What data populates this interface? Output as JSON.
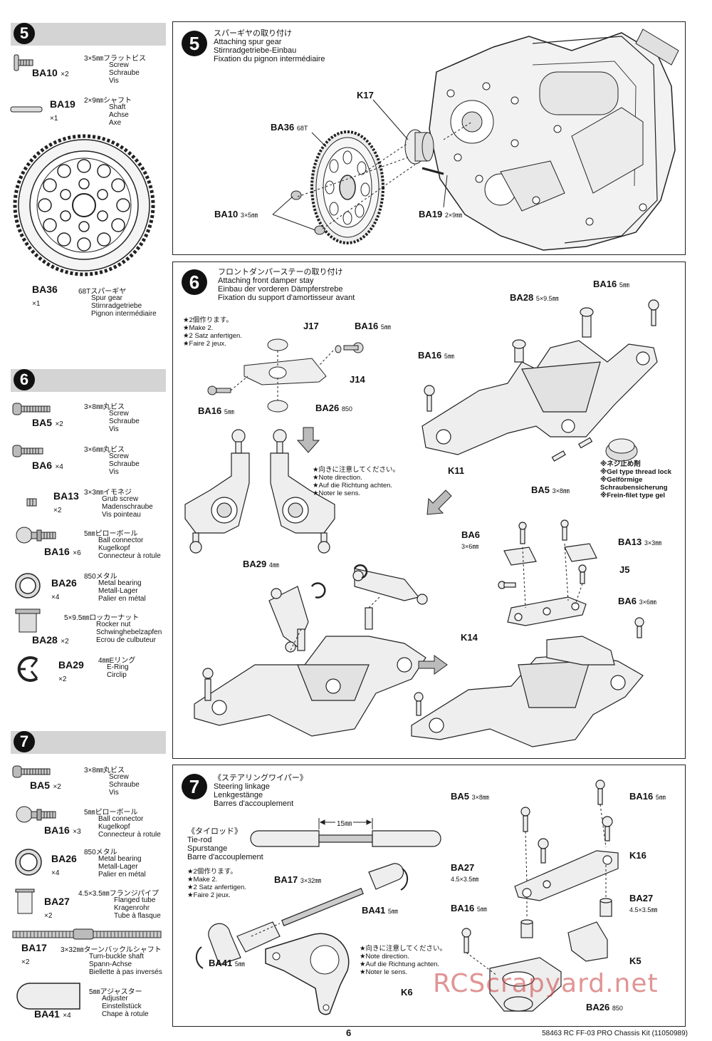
{
  "left": {
    "step5": {
      "num": "5",
      "parts": [
        {
          "code": "BA10",
          "qty": "×2",
          "jp": "3×5㎜フラットビス",
          "tr": [
            "Screw",
            "Schraube",
            "Vis"
          ]
        },
        {
          "code": "BA19",
          "qty": "×1",
          "jp": "2×9㎜シャフト",
          "tr": [
            "Shaft",
            "Achse",
            "Axe"
          ]
        },
        {
          "code": "BA36",
          "qty": "×1",
          "jp": "68Tスパーギヤ",
          "tr": [
            "Spur gear",
            "Stirnradgetriebe",
            "Pignon intermédiaire"
          ]
        }
      ]
    },
    "step6": {
      "num": "6",
      "parts": [
        {
          "code": "BA5",
          "qty": "×2",
          "jp": "3×8㎜丸ビス",
          "tr": [
            "Screw",
            "Schraube",
            "Vis"
          ]
        },
        {
          "code": "BA6",
          "qty": "×4",
          "jp": "3×6㎜丸ビス",
          "tr": [
            "Screw",
            "Schraube",
            "Vis"
          ]
        },
        {
          "code": "BA13",
          "qty": "×2",
          "jp": "3×3㎜イモネジ",
          "tr": [
            "Grub screw",
            "Madenschraube",
            "Vis pointeau"
          ]
        },
        {
          "code": "BA16",
          "qty": "×6",
          "jp": "5㎜ピローボール",
          "tr": [
            "Ball connector",
            "Kugelkopf",
            "Connecteur à rotule"
          ]
        },
        {
          "code": "BA26",
          "qty": "×4",
          "jp": "850メタル",
          "tr": [
            "Metal bearing",
            "Metall-Lager",
            "Palier en métal"
          ]
        },
        {
          "code": "BA28",
          "qty": "×2",
          "jp": "5×9.5㎜ロッカーナット",
          "tr": [
            "Rocker nut",
            "Schwinghebelzapfen",
            "Ecrou de culbuteur"
          ]
        },
        {
          "code": "BA29",
          "qty": "×2",
          "jp": "4㎜Eリング",
          "tr": [
            "E-Ring",
            "Circlip"
          ]
        }
      ]
    },
    "step7": {
      "num": "7",
      "parts": [
        {
          "code": "BA5",
          "qty": "×2",
          "jp": "3×8㎜丸ビス",
          "tr": [
            "Screw",
            "Schraube",
            "Vis"
          ]
        },
        {
          "code": "BA16",
          "qty": "×3",
          "jp": "5㎜ピローボール",
          "tr": [
            "Ball connector",
            "Kugelkopf",
            "Connecteur à rotule"
          ]
        },
        {
          "code": "BA26",
          "qty": "×4",
          "jp": "850メタル",
          "tr": [
            "Metal bearing",
            "Metall-Lager",
            "Palier en métal"
          ]
        },
        {
          "code": "BA27",
          "qty": "×2",
          "jp": "4.5×3.5㎜フランジパイプ",
          "tr": [
            "Flanged tube",
            "Kragenrohr",
            "Tube à flasque"
          ]
        },
        {
          "code": "BA17",
          "qty": "×2",
          "jp": "3×32㎜ターンバックルシャフト",
          "tr": [
            "Turn-buckle shaft",
            "Spann-Achse",
            "Biellette à pas inversés"
          ]
        },
        {
          "code": "BA41",
          "qty": "×4",
          "jp": "5㎜アジャスター",
          "tr": [
            "Adjuster",
            "Einstellstück",
            "Chape à rotule"
          ]
        }
      ]
    }
  },
  "panel5": {
    "num": "5",
    "title": [
      "スパーギヤの取り付け",
      "Attaching spur gear",
      "Stirnradgetriebe-Einbau",
      "Fixation du pignon intermédiaire"
    ],
    "labels": {
      "k17": "K17",
      "ba36": "BA36",
      "ba36_sub": "68T",
      "ba10": "BA10",
      "ba10_sub": "3×5㎜",
      "ba19": "BA19",
      "ba19_sub": "2×9㎜"
    }
  },
  "panel6": {
    "num": "6",
    "title": [
      "フロントダンパーステーの取り付け",
      "Attaching front damper stay",
      "Einbau der vorderen Dämpferstrebe",
      "Fixation du support d'amortisseur avant"
    ],
    "make2": [
      "★2個作ります。",
      "★Make 2.",
      "★2 Satz anfertigen.",
      "★Faire 2 jeux."
    ],
    "direction": [
      "★向きに注意してください。",
      "★Note direction.",
      "★Auf die Richtung achten.",
      "★Noter le sens."
    ],
    "threadlock": [
      "※ネジ止め剤",
      "※Gel type thread lock",
      "※Gelförmige",
      "Schraubensicherung",
      "※Frein-filet type gel"
    ],
    "labels": {
      "j17": "J17",
      "j14": "J14",
      "j5": "J5",
      "ba16a": "BA16",
      "ba16a_sub": "5㎜",
      "ba16b": "BA16",
      "ba16b_sub": "5㎜",
      "ba16c": "BA16",
      "ba16c_sub": "5㎜",
      "ba16d": "BA16",
      "ba16d_sub": "5㎜",
      "ba26": "BA26",
      "ba26_sub": "850",
      "ba28": "BA28",
      "ba28_sub": "5×9.5㎜",
      "ba29": "BA29",
      "ba29_sub": "4㎜",
      "k11": "K11",
      "k14": "K14",
      "ba5": "BA5",
      "ba5_sub": "3×8㎜",
      "ba6a": "BA6",
      "ba6a_sub": "3×6㎜",
      "ba6b": "BA6",
      "ba6b_sub": "3×6㎜",
      "ba13": "BA13",
      "ba13_sub": "3×3㎜"
    }
  },
  "panel7": {
    "num": "7",
    "title": [
      "《ステアリングワイパー》",
      "Steering linkage",
      "Lenkgestänge",
      "Barres d'accouplement"
    ],
    "tierod": [
      "《タイロッド》",
      "Tie-rod",
      "Spurstange",
      "Barre d'accouplement"
    ],
    "make2": [
      "★2個作ります。",
      "★Make 2.",
      "★2 Satz anfertigen.",
      "★Faire 2 jeux."
    ],
    "direction": [
      "★向きに注意してください。",
      "★Note direction.",
      "★Auf die Richtung achten.",
      "★Noter le sens."
    ],
    "labels": {
      "dim": "15㎜",
      "ba17": "BA17",
      "ba17_sub": "3×32㎜",
      "ba41a": "BA41",
      "ba41a_sub": "5㎜",
      "ba41b": "BA41",
      "ba41b_sub": "5㎜",
      "ba5": "BA5",
      "ba5_sub": "3×8㎜",
      "ba16a": "BA16",
      "ba16a_sub": "5㎜",
      "ba16b": "BA16",
      "ba16b_sub": "5㎜",
      "ba27a": "BA27",
      "ba27a_sub": "4.5×3.5㎜",
      "ba27b": "BA27",
      "ba27b_sub": "4.5×3.5㎜",
      "k16": "K16",
      "k5": "K5",
      "k6": "K6",
      "ba26": "BA26",
      "ba26_sub": "850"
    }
  },
  "footer": {
    "page": "6",
    "title": "58463 RC FF-03 PRO Chassis Kit (11050989)"
  },
  "watermark": "RCScrapyard.net"
}
